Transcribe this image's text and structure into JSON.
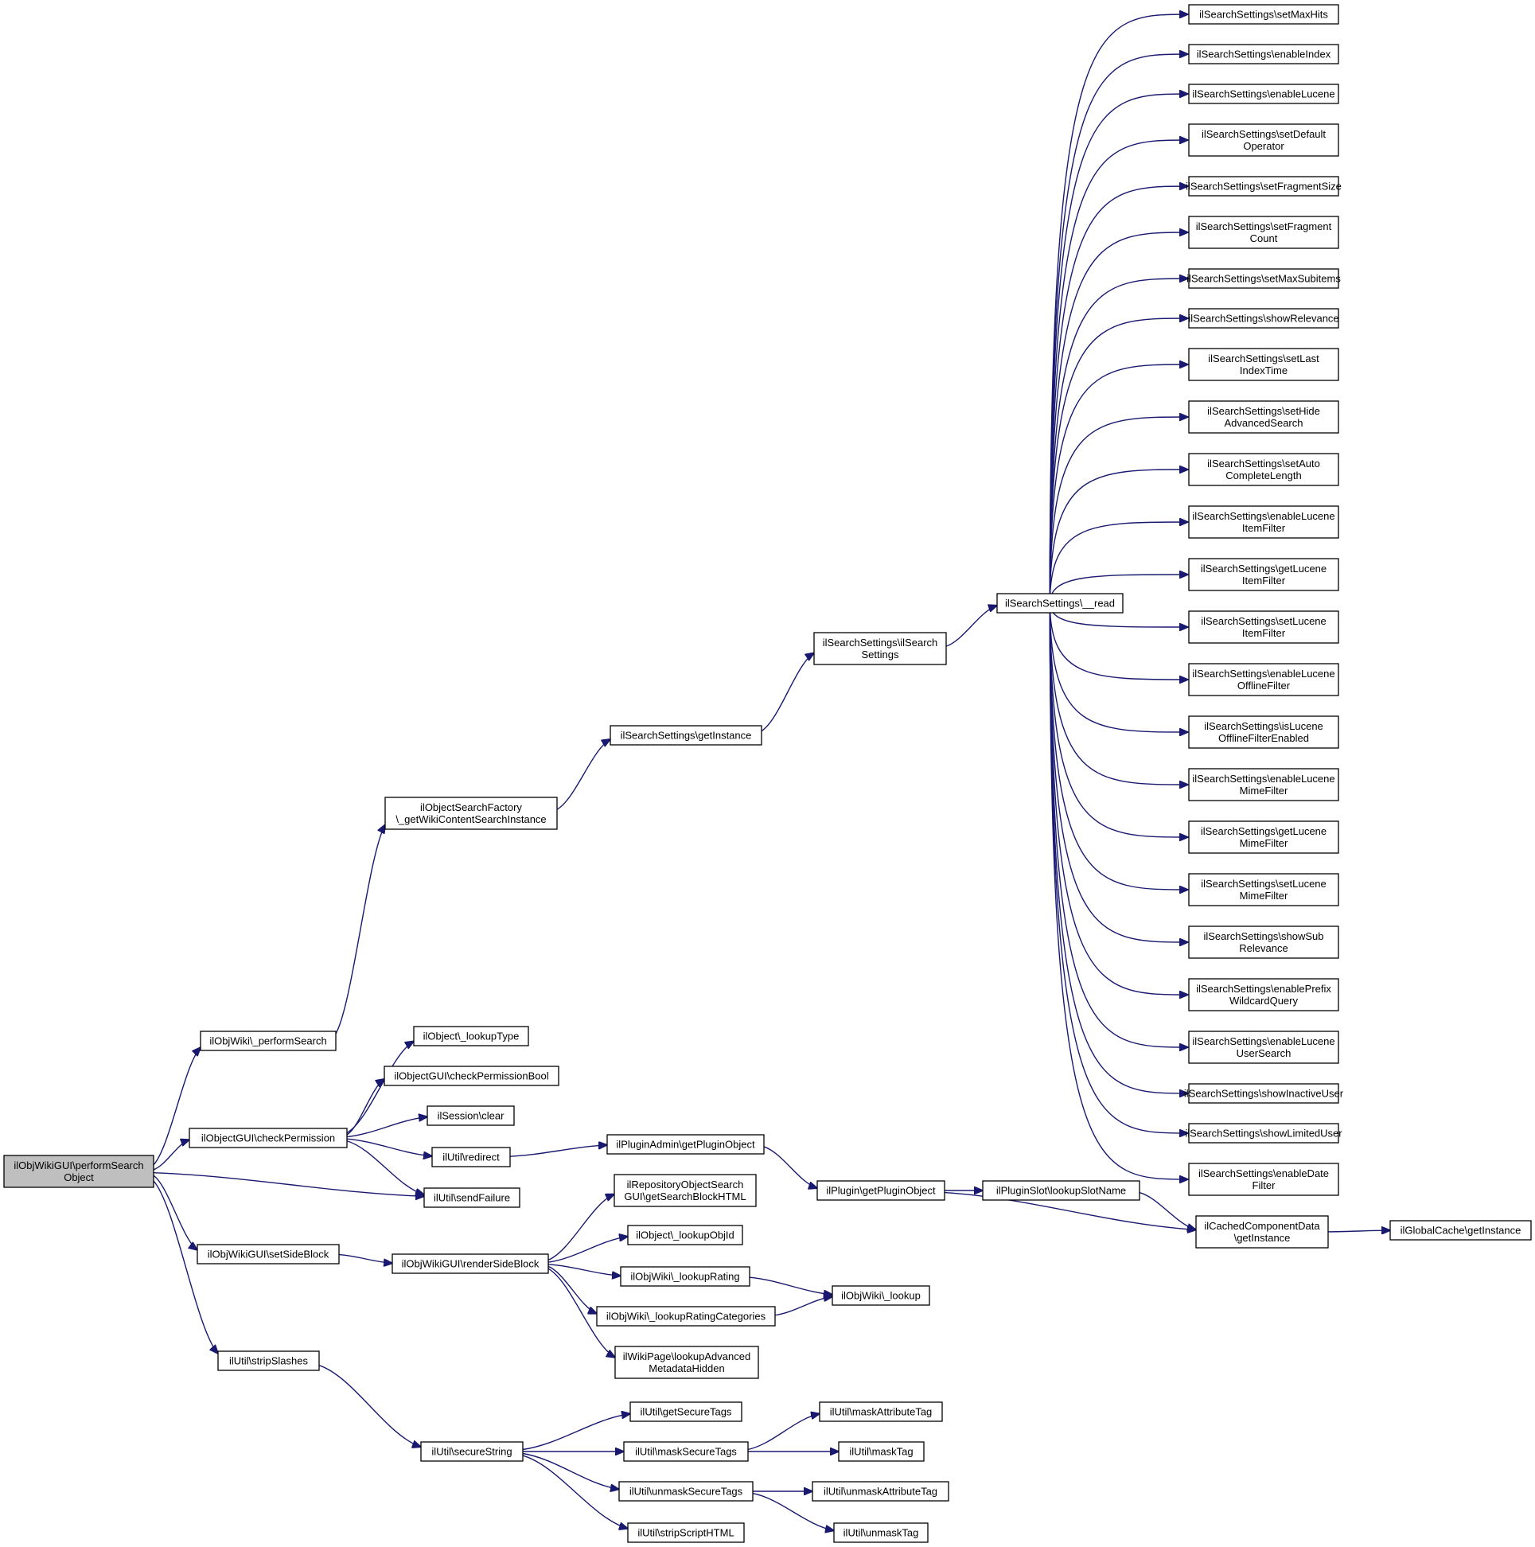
{
  "nodes": [
    {
      "id": "root",
      "label": "ilObjWikiGUI\\performSearch\nObject"
    },
    {
      "id": "performSearch",
      "label": "ilObjWiki\\_performSearch"
    },
    {
      "id": "checkPermission",
      "label": "ilObjectGUI\\checkPermission"
    },
    {
      "id": "setSideBlock",
      "label": "ilObjWikiGUI\\setSideBlock"
    },
    {
      "id": "stripSlashes",
      "label": "ilUtil\\stripSlashes"
    },
    {
      "id": "sendFailure",
      "label": "ilUtil\\sendFailure"
    },
    {
      "id": "factory",
      "label": "ilObjectSearchFactory\n\\_getWikiContentSearchInstance"
    },
    {
      "id": "getInstance",
      "label": "ilSearchSettings\\getInstance"
    },
    {
      "id": "ctor",
      "label": "ilSearchSettings\\ilSearch\nSettings"
    },
    {
      "id": "read",
      "label": "ilSearchSettings\\__read"
    },
    {
      "id": "lookupType",
      "label": "ilObject\\_lookupType"
    },
    {
      "id": "checkPermBool",
      "label": "ilObjectGUI\\checkPermissionBool"
    },
    {
      "id": "sessionClear",
      "label": "ilSession\\clear"
    },
    {
      "id": "redirect",
      "label": "ilUtil\\redirect"
    },
    {
      "id": "pluginAdmin",
      "label": "ilPluginAdmin\\getPluginObject"
    },
    {
      "id": "pluginGet",
      "label": "ilPlugin\\getPluginObject"
    },
    {
      "id": "slotName",
      "label": "ilPluginSlot\\lookupSlotName"
    },
    {
      "id": "cached",
      "label": "ilCachedComponentData\n\\getInstance"
    },
    {
      "id": "globalCache",
      "label": "ilGlobalCache\\getInstance"
    },
    {
      "id": "renderSide",
      "label": "ilObjWikiGUI\\renderSideBlock"
    },
    {
      "id": "repoSearch",
      "label": "ilRepositoryObjectSearch\nGUI\\getSearchBlockHTML"
    },
    {
      "id": "lookupObjId",
      "label": "ilObject\\_lookupObjId"
    },
    {
      "id": "lookupRating",
      "label": "ilObjWiki\\_lookupRating"
    },
    {
      "id": "lookupRatingCat",
      "label": "ilObjWiki\\_lookupRatingCategories"
    },
    {
      "id": "lookupAdv",
      "label": "ilWikiPage\\lookupAdvanced\nMetadataHidden"
    },
    {
      "id": "lookup",
      "label": "ilObjWiki\\_lookup"
    },
    {
      "id": "secureString",
      "label": "ilUtil\\secureString"
    },
    {
      "id": "getSecureTags",
      "label": "ilUtil\\getSecureTags"
    },
    {
      "id": "maskSecure",
      "label": "ilUtil\\maskSecureTags"
    },
    {
      "id": "unmaskSecure",
      "label": "ilUtil\\unmaskSecureTags"
    },
    {
      "id": "stripScript",
      "label": "ilUtil\\stripScriptHTML"
    },
    {
      "id": "maskAttr",
      "label": "ilUtil\\maskAttributeTag"
    },
    {
      "id": "maskTag",
      "label": "ilUtil\\maskTag"
    },
    {
      "id": "unmaskAttr",
      "label": "ilUtil\\unmaskAttributeTag"
    },
    {
      "id": "unmaskTag",
      "label": "ilUtil\\unmaskTag"
    },
    {
      "id": "s1",
      "label": "ilSearchSettings\\setMaxHits"
    },
    {
      "id": "s2",
      "label": "ilSearchSettings\\enableIndex"
    },
    {
      "id": "s3",
      "label": "ilSearchSettings\\enableLucene"
    },
    {
      "id": "s4",
      "label": "ilSearchSettings\\setDefault\nOperator"
    },
    {
      "id": "s5",
      "label": "ilSearchSettings\\setFragmentSize"
    },
    {
      "id": "s6",
      "label": "ilSearchSettings\\setFragment\nCount"
    },
    {
      "id": "s7",
      "label": "ilSearchSettings\\setMaxSubitems"
    },
    {
      "id": "s8",
      "label": "ilSearchSettings\\showRelevance"
    },
    {
      "id": "s9",
      "label": "ilSearchSettings\\setLast\nIndexTime"
    },
    {
      "id": "s10",
      "label": "ilSearchSettings\\setHide\nAdvancedSearch"
    },
    {
      "id": "s11",
      "label": "ilSearchSettings\\setAuto\nCompleteLength"
    },
    {
      "id": "s12",
      "label": "ilSearchSettings\\enableLucene\nItemFilter"
    },
    {
      "id": "s13",
      "label": "ilSearchSettings\\getLucene\nItemFilter"
    },
    {
      "id": "s14",
      "label": "ilSearchSettings\\setLucene\nItemFilter"
    },
    {
      "id": "s15",
      "label": "ilSearchSettings\\enableLucene\nOfflineFilter"
    },
    {
      "id": "s16",
      "label": "ilSearchSettings\\isLucene\nOfflineFilterEnabled"
    },
    {
      "id": "s17",
      "label": "ilSearchSettings\\enableLucene\nMimeFilter"
    },
    {
      "id": "s18",
      "label": "ilSearchSettings\\getLucene\nMimeFilter"
    },
    {
      "id": "s19",
      "label": "ilSearchSettings\\setLucene\nMimeFilter"
    },
    {
      "id": "s20",
      "label": "ilSearchSettings\\showSub\nRelevance"
    },
    {
      "id": "s21",
      "label": "ilSearchSettings\\enablePrefix\nWildcardQuery"
    },
    {
      "id": "s22",
      "label": "ilSearchSettings\\enableLucene\nUserSearch"
    },
    {
      "id": "s23",
      "label": "ilSearchSettings\\showInactiveUser"
    },
    {
      "id": "s24",
      "label": "ilSearchSettings\\showLimitedUser"
    },
    {
      "id": "s25",
      "label": "ilSearchSettings\\enableDate\nFilter"
    }
  ],
  "edges": [
    [
      "root",
      "performSearch"
    ],
    [
      "root",
      "checkPermission"
    ],
    [
      "root",
      "sendFailure"
    ],
    [
      "root",
      "setSideBlock"
    ],
    [
      "root",
      "stripSlashes"
    ],
    [
      "performSearch",
      "factory"
    ],
    [
      "factory",
      "getInstance"
    ],
    [
      "getInstance",
      "ctor"
    ],
    [
      "ctor",
      "read"
    ],
    [
      "read",
      "s1"
    ],
    [
      "read",
      "s2"
    ],
    [
      "read",
      "s3"
    ],
    [
      "read",
      "s4"
    ],
    [
      "read",
      "s5"
    ],
    [
      "read",
      "s6"
    ],
    [
      "read",
      "s7"
    ],
    [
      "read",
      "s8"
    ],
    [
      "read",
      "s9"
    ],
    [
      "read",
      "s10"
    ],
    [
      "read",
      "s11"
    ],
    [
      "read",
      "s12"
    ],
    [
      "read",
      "s13"
    ],
    [
      "read",
      "s14"
    ],
    [
      "read",
      "s15"
    ],
    [
      "read",
      "s16"
    ],
    [
      "read",
      "s17"
    ],
    [
      "read",
      "s18"
    ],
    [
      "read",
      "s19"
    ],
    [
      "read",
      "s20"
    ],
    [
      "read",
      "s21"
    ],
    [
      "read",
      "s22"
    ],
    [
      "read",
      "s23"
    ],
    [
      "read",
      "s24"
    ],
    [
      "read",
      "s25"
    ],
    [
      "checkPermission",
      "lookupType"
    ],
    [
      "checkPermission",
      "checkPermBool"
    ],
    [
      "checkPermission",
      "sessionClear"
    ],
    [
      "checkPermission",
      "redirect"
    ],
    [
      "checkPermission",
      "sendFailure"
    ],
    [
      "redirect",
      "pluginAdmin"
    ],
    [
      "pluginAdmin",
      "pluginGet"
    ],
    [
      "pluginGet",
      "slotName"
    ],
    [
      "pluginGet",
      "cached"
    ],
    [
      "slotName",
      "cached"
    ],
    [
      "cached",
      "globalCache"
    ],
    [
      "setSideBlock",
      "renderSide"
    ],
    [
      "renderSide",
      "repoSearch"
    ],
    [
      "renderSide",
      "lookupObjId"
    ],
    [
      "renderSide",
      "lookupRating"
    ],
    [
      "renderSide",
      "lookupRatingCat"
    ],
    [
      "renderSide",
      "lookupAdv"
    ],
    [
      "lookupRating",
      "lookup"
    ],
    [
      "lookupRatingCat",
      "lookup"
    ],
    [
      "stripSlashes",
      "secureString"
    ],
    [
      "secureString",
      "getSecureTags"
    ],
    [
      "secureString",
      "maskSecure"
    ],
    [
      "secureString",
      "unmaskSecure"
    ],
    [
      "secureString",
      "stripScript"
    ],
    [
      "maskSecure",
      "maskAttr"
    ],
    [
      "maskSecure",
      "maskTag"
    ],
    [
      "unmaskSecure",
      "unmaskAttr"
    ],
    [
      "unmaskSecure",
      "unmaskTag"
    ]
  ]
}
